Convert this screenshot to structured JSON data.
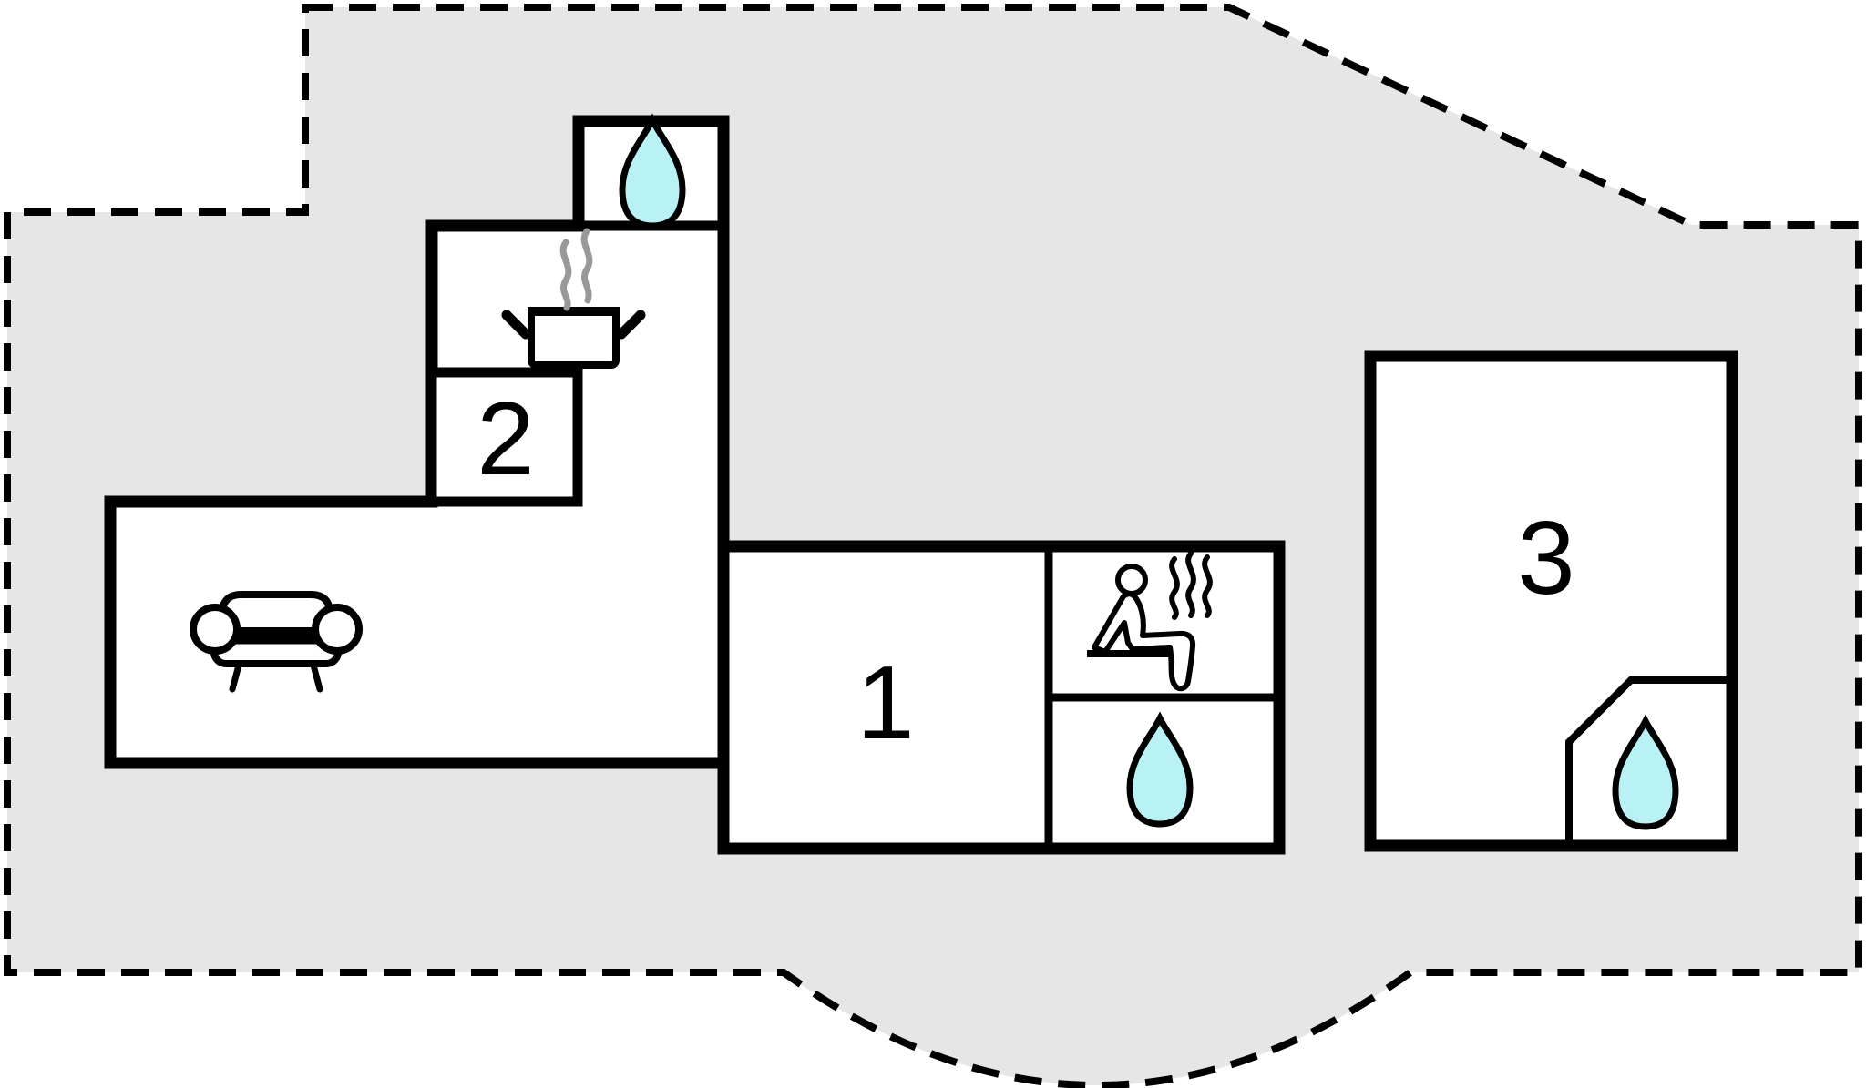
{
  "floor_plan": {
    "title": "holiday-home-floor-plan",
    "labels": {
      "room1": "1",
      "room2": "2",
      "room3": "3"
    },
    "colors": {
      "plot_fill": "#e6e6e6",
      "wall": "#000000",
      "room_fill": "#ffffff",
      "water_drop_fill": "#b9f2f5",
      "kitchen_steam": "#999999"
    },
    "areas": [
      {
        "id": "plot",
        "kind": "outdoor-plot",
        "outline": "dashed"
      },
      {
        "id": "living-room",
        "kind": "living-room",
        "icon": "sofa-icon"
      },
      {
        "id": "kitchen",
        "kind": "kitchen",
        "icon": "cooking-pot-icon"
      },
      {
        "id": "bathroom-top",
        "kind": "bathroom",
        "icon": "water-drop-icon"
      },
      {
        "id": "room-2",
        "kind": "bedroom",
        "label": "2"
      },
      {
        "id": "room-1",
        "kind": "bedroom",
        "label": "1"
      },
      {
        "id": "sauna",
        "kind": "sauna",
        "icon": "sauna-person-icon"
      },
      {
        "id": "bathroom-middle",
        "kind": "bathroom",
        "icon": "water-drop-icon"
      },
      {
        "id": "room-3",
        "kind": "bedroom",
        "label": "3"
      },
      {
        "id": "bathroom-room3",
        "kind": "bathroom",
        "icon": "water-drop-icon"
      }
    ]
  }
}
